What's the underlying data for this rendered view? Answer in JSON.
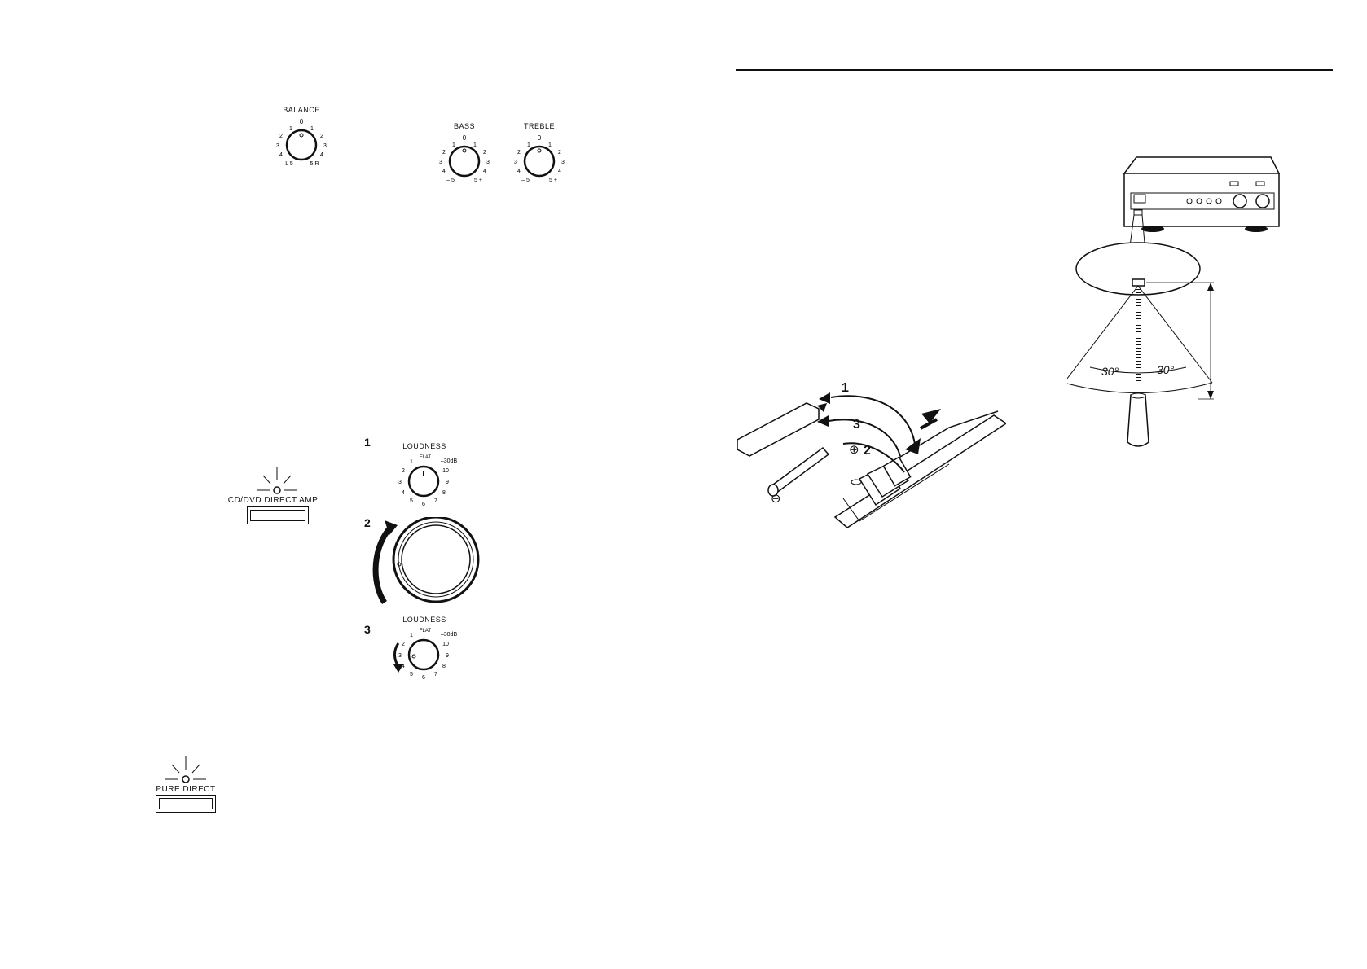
{
  "balance": {
    "label": "BALANCE",
    "left_marks": [
      "1",
      "2",
      "3",
      "4",
      "L 5"
    ],
    "right_marks": [
      "1",
      "2",
      "3",
      "4",
      "5 R"
    ],
    "center_mark": "0"
  },
  "bass": {
    "label": "BASS",
    "left_marks": [
      "1",
      "2",
      "3",
      "4",
      "– 5"
    ],
    "right_marks": [
      "1",
      "2",
      "3",
      "4",
      "5 +"
    ],
    "center_mark": "0"
  },
  "treble": {
    "label": "TREBLE",
    "left_marks": [
      "1",
      "2",
      "3",
      "4",
      "– 5"
    ],
    "right_marks": [
      "1",
      "2",
      "3",
      "4",
      "5 +"
    ],
    "center_mark": "0"
  },
  "cd_direct": {
    "label": "CD/DVD DIRECT AMP"
  },
  "pure_direct": {
    "label": "PURE DIRECT"
  },
  "loudness_steps": {
    "step1": "1",
    "step2": "2",
    "step3": "3",
    "dial1_label": "LOUDNESS",
    "dial3_label": "LOUDNESS",
    "flat": "FLAT",
    "max": "–30dB",
    "marks": [
      "1",
      "2",
      "3",
      "4",
      "5",
      "6",
      "7",
      "8",
      "9",
      "10"
    ]
  },
  "battery": {
    "step1": "1",
    "step2": "2",
    "step3": "3",
    "plus": "⊕",
    "minus": "⊖"
  },
  "remote_range": {
    "angle_left": "30°",
    "angle_right": "30°"
  }
}
